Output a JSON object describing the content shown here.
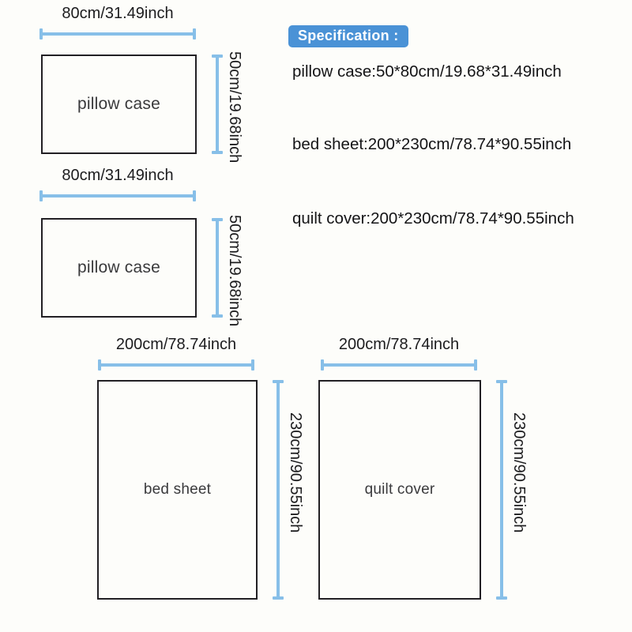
{
  "page": {
    "background_color": "#fdfdfa",
    "accent_blue": "#87bfe8",
    "badge_blue": "#4a92d6",
    "outline_color": "#222024"
  },
  "specification": {
    "badge_label": "Specification :",
    "lines": [
      "pillow case:50*80cm/19.68*31.49inch",
      "bed sheet:200*230cm/78.74*90.55inch",
      "quilt cover:200*230cm/78.74*90.55inch"
    ]
  },
  "diagrams": [
    {
      "id": "pillow-case-1",
      "label": "pillow case",
      "width_label": "80cm/31.49inch",
      "height_label": "50cm/19.68inch"
    },
    {
      "id": "pillow-case-2",
      "label": "pillow case",
      "width_label": "80cm/31.49inch",
      "height_label": "50cm/19.68inch"
    },
    {
      "id": "bed-sheet",
      "label": "bed sheet",
      "width_label": "200cm/78.74inch",
      "height_label": "230cm/90.55inch"
    },
    {
      "id": "quilt-cover",
      "label": "quilt cover",
      "width_label": "200cm/78.74inch",
      "height_label": "230cm/90.55inch"
    }
  ]
}
